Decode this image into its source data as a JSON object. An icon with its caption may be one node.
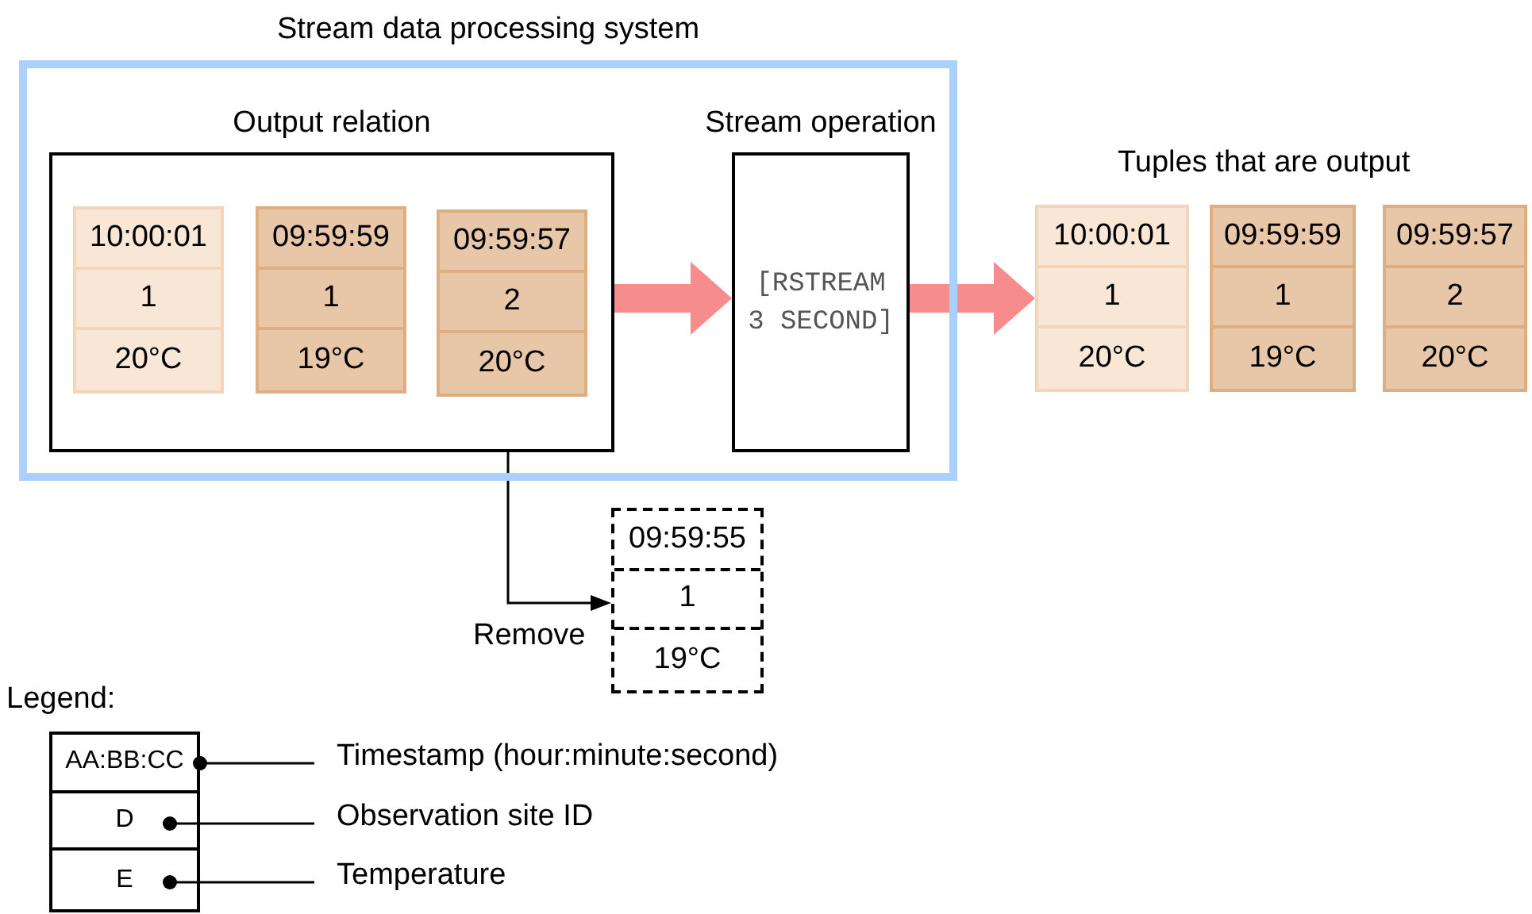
{
  "diagram": {
    "nodes": [
      {
        "text": [
          "Stream data processing system"
        ]
      },
      {
        "text": [
          "Output relation"
        ],
        "in": 0
      },
      {
        "text": [
          "10:00:01",
          "1",
          "20°C"
        ],
        "in": 1
      },
      {
        "text": [
          "09:59:59",
          "1",
          "19°C"
        ],
        "in": 1
      },
      {
        "text": [
          "09:59:57",
          "2",
          "20°C"
        ],
        "in": 1
      },
      {
        "text": [
          "Stream operation",
          "[RSTREAM 3 SECOND]"
        ],
        "in": 0
      },
      {
        "text": [
          "10:00:01",
          "1",
          "20°C"
        ]
      },
      {
        "text": [
          "09:59:59",
          "1",
          "19°C"
        ]
      },
      {
        "text": [
          "09:59:57",
          "2",
          "20°C"
        ]
      },
      {
        "text": [
          "09:59:55",
          "1",
          "19°C"
        ]
      },
      {
        "text": [
          "AA:BB:CC",
          "D",
          "E"
        ]
      },
      {
        "text": [
          "Timestamp (hour:minute:second)"
        ]
      },
      {
        "text": [
          "Observation site ID"
        ]
      },
      {
        "text": [
          "Temperature"
        ]
      }
    ],
    "edges": [
      {
        "from": 1,
        "to": 5,
        "arrow": "to",
        "style": "thick",
        "color": "#f78c8c"
      },
      {
        "from": 5,
        "to": 6,
        "arrow": "to",
        "style": "thick",
        "color": "#f78c8c"
      },
      {
        "from": 1,
        "to": 9,
        "arrow": "to",
        "label": "Remove"
      },
      {
        "from": 11,
        "to": 10,
        "arrow": "other"
      },
      {
        "from": 12,
        "to": 10,
        "arrow": "other"
      },
      {
        "from": 13,
        "to": 10,
        "arrow": "other"
      }
    ],
    "labels": [
      "Tuples that are output",
      "Legend:"
    ]
  }
}
